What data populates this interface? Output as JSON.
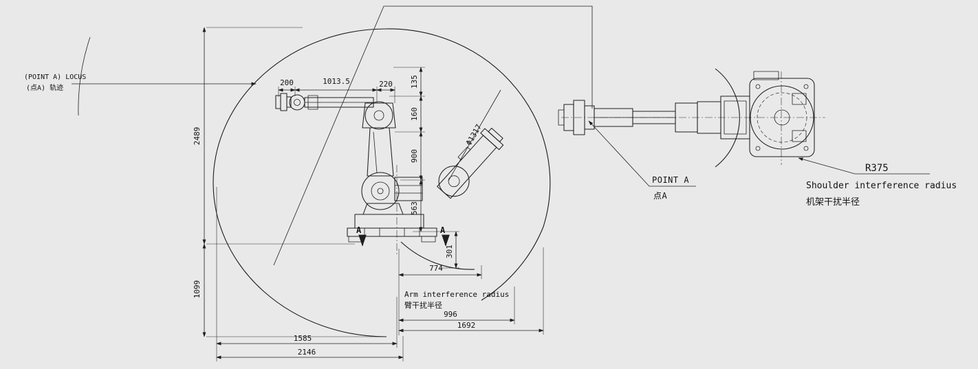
{
  "drawing": {
    "bg": "#e9e9e9",
    "ink": "#1f1f1f",
    "locus": {
      "en": "(POINT A) LOCUS",
      "cn": "(点A) 轨迹"
    },
    "point_a": {
      "en": "POINT A",
      "cn": "点A"
    },
    "shoulder": {
      "radius": "R375",
      "en": "Shoulder interference radius",
      "cn": "机架干扰半径"
    },
    "arm": {
      "en": "Arm interference radius",
      "cn": "臂干扰半径"
    },
    "section": {
      "left": "A",
      "right": "A"
    },
    "diameter": "Φ1317",
    "dims": {
      "d200": "200",
      "d1013_5": "1013.5",
      "d220": "220",
      "d135": "135",
      "d160": "160",
      "d900": "900",
      "d563": "563",
      "d301": "301",
      "d774": "774",
      "d996": "996",
      "d1692": "1692",
      "d1585": "1585",
      "d2146": "2146",
      "d2489": "2489",
      "d1099": "1099"
    }
  }
}
